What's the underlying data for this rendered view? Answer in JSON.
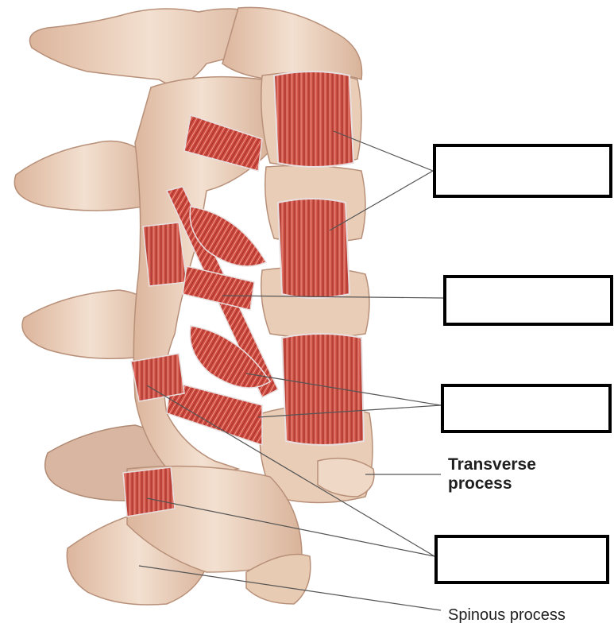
{
  "labels": {
    "transverse_line1": "Transverse",
    "transverse_line2": "process",
    "spinous": "Spinous process"
  },
  "blank_boxes": [
    "",
    "",
    "",
    ""
  ],
  "colors": {
    "bone": "#ecd4c0",
    "bone_shadow": "#c9a48d",
    "muscle": "#c9453b",
    "muscle_light": "#e67a6b",
    "leader_line": "#555555"
  }
}
